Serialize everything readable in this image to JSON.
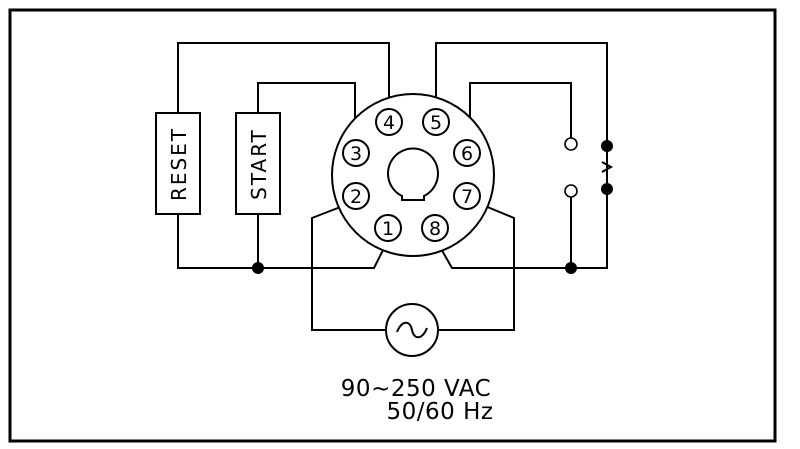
{
  "switches": {
    "reset": "RESET",
    "start": "START"
  },
  "socket": {
    "pins": [
      "1",
      "2",
      "3",
      "4",
      "5",
      "6",
      "7",
      "8"
    ]
  },
  "supply": {
    "voltage": "90~250 VAC",
    "frequency": "50/60 Hz",
    "symbol": "ac-source-icon"
  }
}
